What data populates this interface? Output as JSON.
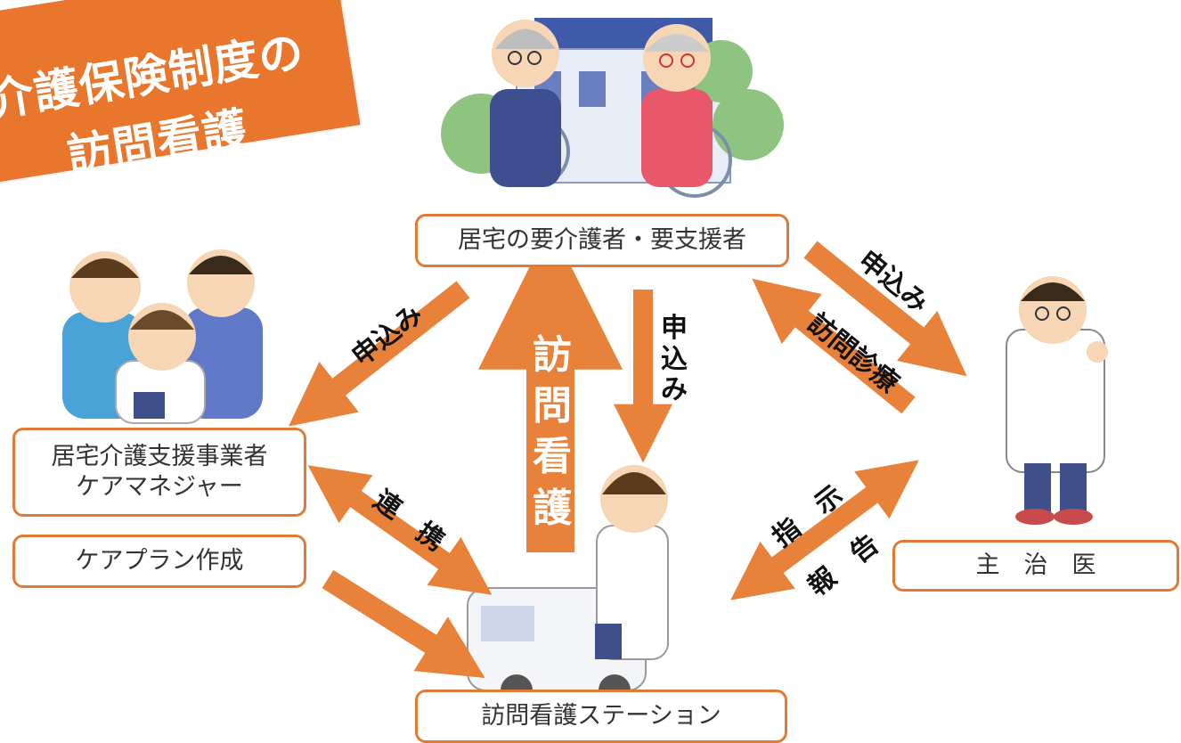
{
  "title": {
    "line1": "介護保険制度の",
    "line2": "訪問看護",
    "color": "#e8762d"
  },
  "nodes": {
    "patient": "居宅の要介護者・要支援者",
    "care_manager_line1": "居宅介護支援事業者",
    "care_manager_line2": "ケアマネジャー",
    "care_plan": "ケアプラン作成",
    "station": "訪問看護ステーション",
    "doctor": "主　治　医"
  },
  "arrows": {
    "patient_to_caremanager": "申込み",
    "patient_to_station": [
      "申",
      "込",
      "み"
    ],
    "station_to_patient": [
      "訪",
      "問",
      "看",
      "護"
    ],
    "patient_to_doctor": "申込み",
    "doctor_to_patient": "訪問診療",
    "caremanager_station_1": "連",
    "caremanager_station_2": "携",
    "doctor_station_1": "指　示",
    "doctor_station_2": "報　告"
  },
  "colors": {
    "arrow": "#e8823a",
    "box_border": "#e07a35"
  }
}
